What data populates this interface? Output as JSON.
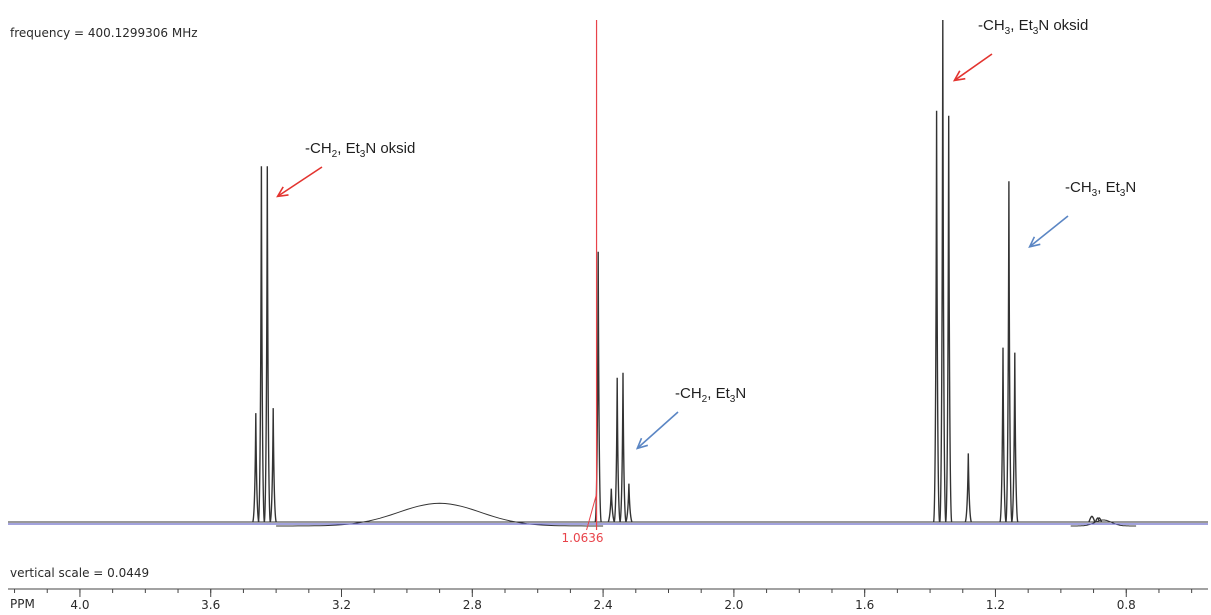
{
  "info": {
    "frequency_text": "frequency = 400.1299306 MHz",
    "vertical_scale_text": "vertical scale = 0.0449"
  },
  "colors": {
    "spectrum": "#333333",
    "baseline": "#6a6ac8",
    "cursor": "#e8434a",
    "arrow_red": "#e3342f",
    "arrow_blue": "#5b86c4",
    "axis": "#444444"
  },
  "chart_data": {
    "type": "line",
    "xlabel": "PPM",
    "x_reversed": true,
    "xlim": [
      4.22,
      0.55
    ],
    "ylim": [
      0,
      1.0
    ],
    "xticks": [
      4.0,
      3.6,
      3.2,
      2.8,
      2.4,
      2.0,
      1.6,
      1.2,
      0.8
    ],
    "xtick_labels": [
      "4.0",
      "3.6",
      "3.2",
      "2.8",
      "2.4",
      "2.0",
      "1.6",
      "1.2",
      "0.8"
    ],
    "peaks": [
      {
        "ppm": 3.462,
        "height": 0.22
      },
      {
        "ppm": 3.445,
        "height": 0.71
      },
      {
        "ppm": 3.427,
        "height": 0.71
      },
      {
        "ppm": 3.409,
        "height": 0.23
      },
      {
        "ppm": 2.415,
        "height": 0.54
      },
      {
        "ppm": 2.375,
        "height": 0.07
      },
      {
        "ppm": 2.357,
        "height": 0.29
      },
      {
        "ppm": 2.339,
        "height": 0.3
      },
      {
        "ppm": 2.321,
        "height": 0.08
      },
      {
        "ppm": 1.38,
        "height": 0.82
      },
      {
        "ppm": 1.361,
        "height": 1.0
      },
      {
        "ppm": 1.343,
        "height": 0.81
      },
      {
        "ppm": 1.283,
        "height": 0.14
      },
      {
        "ppm": 1.177,
        "height": 0.35
      },
      {
        "ppm": 1.159,
        "height": 0.68
      },
      {
        "ppm": 1.141,
        "height": 0.34
      },
      {
        "ppm": 0.905,
        "height": 0.015
      },
      {
        "ppm": 0.885,
        "height": 0.01
      }
    ],
    "broad_humps": [
      {
        "ppm": 2.9,
        "height": 0.045,
        "width": 0.25
      },
      {
        "ppm": 0.87,
        "height": 0.012,
        "width": 0.05
      }
    ],
    "cursor": {
      "ppm": 2.42,
      "label": "1.0636"
    },
    "annotations": [
      {
        "main": "-CH",
        "sub": "2",
        "rest": ", Et",
        "sub2": "3",
        "tail": "N oksid",
        "color": "red",
        "arrow_to_ppm": 3.42,
        "arrow_to_height": 0.66
      },
      {
        "main": "-CH",
        "sub": "2",
        "rest": ", Et",
        "sub2": "3",
        "tail": "N",
        "color": "blue",
        "arrow_to_ppm": 2.32,
        "arrow_to_height": 0.16
      },
      {
        "main": "-CH",
        "sub": "3",
        "rest": ", Et",
        "sub2": "3",
        "tail": "N oksid",
        "color": "red",
        "arrow_to_ppm": 1.35,
        "arrow_to_height": 0.89
      },
      {
        "main": "-CH",
        "sub": "3",
        "rest": ", Et",
        "sub2": "3",
        "tail": "N",
        "color": "blue",
        "arrow_to_ppm": 1.12,
        "arrow_to_height": 0.56
      }
    ]
  }
}
